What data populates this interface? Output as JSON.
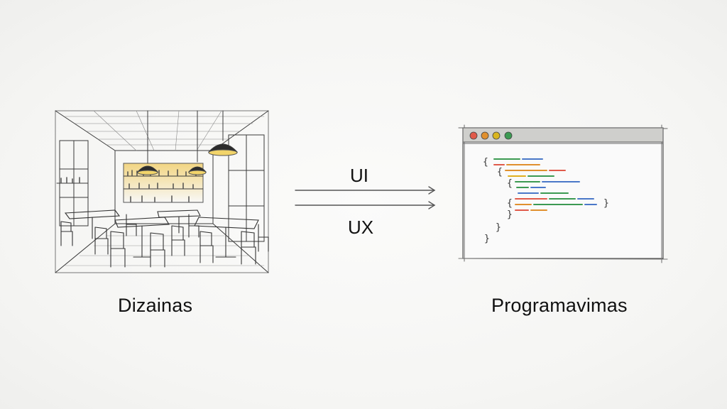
{
  "diagram": {
    "left_caption": "Dizainas",
    "right_caption": "Programavimas",
    "arrow_top_label": "UI",
    "arrow_bottom_label": "UX"
  },
  "colors": {
    "line": "#555555",
    "dot_red": "#e05a4a",
    "dot_orange": "#e0902e",
    "dot_yellow": "#d9b51f",
    "dot_green": "#3c9a52",
    "lamp": "#2b2b2b",
    "light": "#f2d46a"
  },
  "icons": {
    "left": "restaurant-sketch-icon",
    "right": "code-browser-window-icon"
  }
}
